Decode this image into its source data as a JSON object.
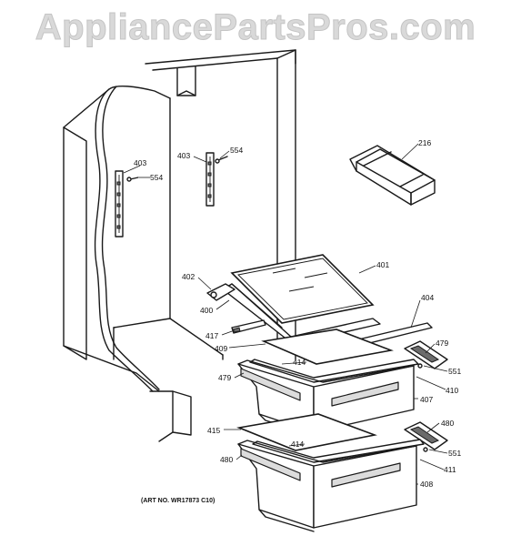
{
  "watermark": "AppliancePartsPros.com",
  "art_number": "(ART NO. WR17873 C10)",
  "callouts": {
    "c216": "216",
    "c400": "400",
    "c401": "401",
    "c402": "402",
    "c403a": "403",
    "c403b": "403",
    "c404": "404",
    "c407": "407",
    "c408": "408",
    "c409": "409",
    "c410": "410",
    "c411": "411",
    "c414a": "414",
    "c414b": "414",
    "c415": "415",
    "c417": "417",
    "c479a": "479",
    "c479b": "479",
    "c480a": "480",
    "c480b": "480",
    "c551a": "551",
    "c551b": "551",
    "c554a": "554",
    "c554b": "554"
  }
}
